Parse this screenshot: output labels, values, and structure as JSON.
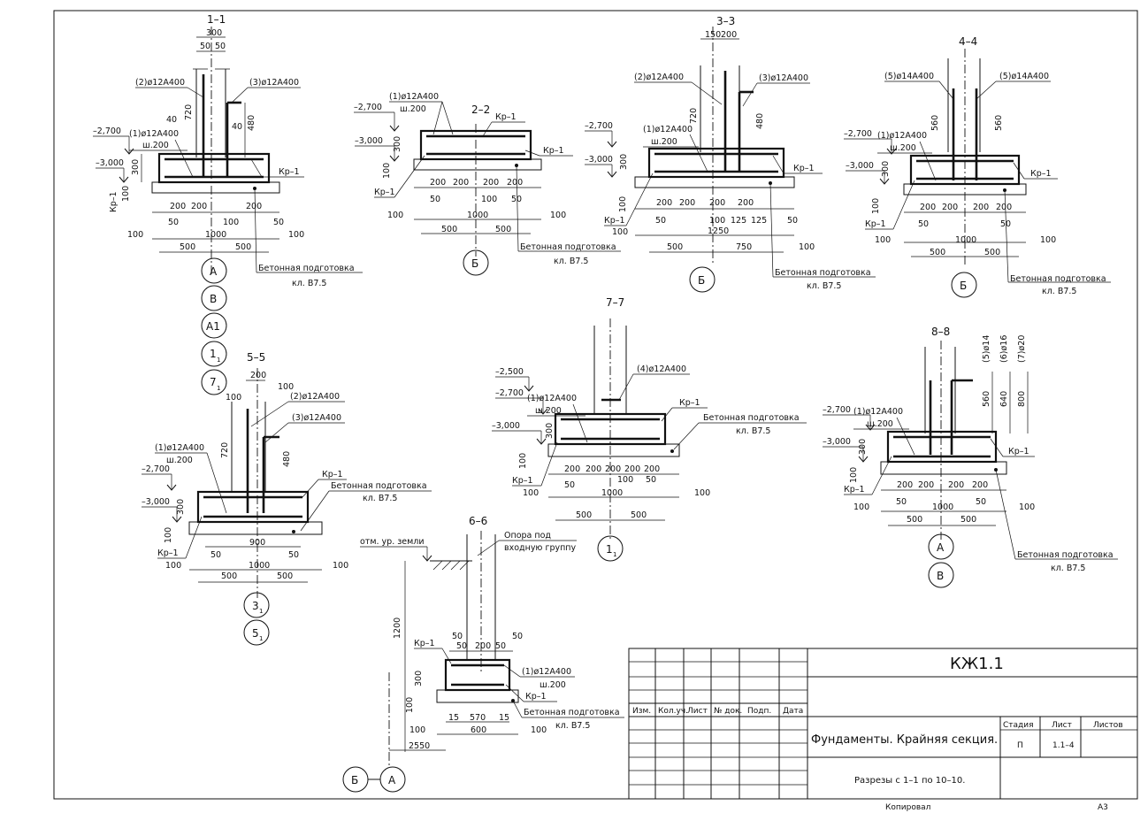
{
  "sections": {
    "s1": {
      "title": "1–1",
      "rebar_2": "(2)ø12А400",
      "rebar_3": "(3)ø12А400",
      "rebar_1": "(1)ø12А400",
      "step": "ш.200",
      "kr": "Кр–1",
      "elev_1": "–2,700",
      "elev_2": "–3,000",
      "dims_top": [
        "300",
        "50",
        "50"
      ],
      "dim_720": "720",
      "dim_480": "480",
      "dim_40a": "40",
      "dim_40b": "40",
      "dim_300": "300",
      "dim_100": "100",
      "dims_bot": [
        "200",
        "200",
        "100",
        "200",
        "50",
        "50"
      ],
      "dim_100l": "100",
      "dim_100r": "100",
      "dim_500a": "500",
      "dim_500b": "500",
      "dim_1000": "1000",
      "prep": "Бетонная подготовка",
      "prep_cls": "кл. В7.5",
      "axes": [
        "А",
        "В",
        "А1"
      ],
      "axes_sub": [
        {
          "main": "1",
          "sub": "1"
        },
        {
          "main": "7",
          "sub": "1"
        }
      ]
    },
    "s2": {
      "title": "2–2",
      "rebar_1": "(1)ø12А400",
      "step": "ш.200",
      "kr": "Кр–1",
      "elev_1": "–2,700",
      "elev_2": "–3,000",
      "dim_300": "300",
      "dim_100": "100",
      "dims_bot": [
        "200",
        "200",
        "200",
        "200",
        "50",
        "100",
        "50"
      ],
      "dim_100l": "100",
      "dim_100r": "100",
      "dim_500a": "500",
      "dim_500b": "500",
      "dim_1000": "1000",
      "prep": "Бетонная подготовка",
      "prep_cls": "кл. В7.5",
      "axis": "Б"
    },
    "s3": {
      "title": "3–3",
      "rebar_2": "(2)ø12А400",
      "rebar_3": "(3)ø12А400",
      "rebar_1": "(1)ø12А400",
      "step": "ш.200",
      "kr": "Кр–1",
      "elev_1": "–2,700",
      "elev_2": "–3,000",
      "dims_top": [
        "150",
        "200"
      ],
      "dim_720": "720",
      "dim_480": "480",
      "dim_300": "300",
      "dim_100": "100",
      "dims_bot": [
        "200",
        "200",
        "200",
        "200",
        "50",
        "100",
        "125",
        "125",
        "50"
      ],
      "dim_100l": "100",
      "dim_100r": "100",
      "dim_500": "500",
      "dim_750": "750",
      "dim_1250": "1250",
      "prep": "Бетонная подготовка",
      "prep_cls": "кл. В7.5",
      "axis": "Б"
    },
    "s4": {
      "title": "4–4",
      "rebar_5a": "(5)ø14А400",
      "rebar_5b": "(5)ø14А400",
      "rebar_1": "(1)ø12А400",
      "step": "ш.200",
      "kr": "Кр–1",
      "elev_1": "–2,700",
      "elev_2": "–3,000",
      "dim_560a": "560",
      "dim_560b": "560",
      "dim_300": "300",
      "dim_100": "100",
      "dims_bot": [
        "200",
        "200",
        "200",
        "200",
        "50",
        "50"
      ],
      "dim_100l": "100",
      "dim_100r": "100",
      "dim_500a": "500",
      "dim_500b": "500",
      "dim_1000": "1000",
      "prep": "Бетонная подготовка",
      "prep_cls": "кл. В7.5",
      "axis": "Б"
    },
    "s5": {
      "title": "5–5",
      "rebar_2": "(2)ø12А400",
      "rebar_3": "(3)ø12А400",
      "rebar_1": "(1)ø12А400",
      "step": "ш.200",
      "kr": "Кр–1",
      "elev_1": "–2,700",
      "elev_2": "–3,000",
      "dims_top": [
        "200",
        "100",
        "100"
      ],
      "dim_720": "720",
      "dim_480": "480",
      "dim_300": "300",
      "dim_100": "100",
      "dim_900": "900",
      "dims_bot": [
        "50",
        "50"
      ],
      "dim_100l": "100",
      "dim_100r": "100",
      "dim_500a": "500",
      "dim_500b": "500",
      "dim_1000": "1000",
      "prep": "Бетонная подготовка",
      "prep_cls": "кл. В7.5",
      "axes_sub": [
        {
          "main": "3",
          "sub": "1"
        },
        {
          "main": "5",
          "sub": "1"
        }
      ]
    },
    "s6": {
      "title": "6–6",
      "ground": "отм. ур. земли",
      "support": "Опора под",
      "support2": "входную группу",
      "kr_a": "Кр–1",
      "kr_b": "Кр–1",
      "rebar_1": "(1)ø12А400",
      "step": "ш.200",
      "dims_top": [
        "50",
        "50",
        "200",
        "50",
        "50"
      ],
      "dim_1200": "1200",
      "dim_300": "300",
      "dim_100": "100",
      "dims_bot": [
        "15",
        "570",
        "15"
      ],
      "dim_600": "600",
      "dim_100l": "100",
      "dim_100r": "100",
      "dim_2550": "2550",
      "prep": "Бетонная подготовка",
      "prep_cls": "кл. В7.5",
      "axes": [
        "Б",
        "А"
      ]
    },
    "s7": {
      "title": "7–7",
      "rebar_4": "(4)ø12А400",
      "rebar_1": "(1)ø12А400",
      "step": "ш.200",
      "kr_a": "Кр–1",
      "kr_b": "Кр–1",
      "elev_0": "–2,500",
      "elev_1": "–2,700",
      "elev_2": "–3,000",
      "dim_300": "300",
      "dim_100": "100",
      "dims_bot": [
        "200",
        "200",
        "200",
        "200",
        "200",
        "50",
        "100",
        "50"
      ],
      "dim_100l": "100",
      "dim_100r": "100",
      "dim_500a": "500",
      "dim_500b": "500",
      "dim_1000": "1000",
      "prep": "Бетонная подготовка",
      "prep_cls": "кл. В7.5",
      "axis": {
        "main": "1",
        "sub": "1"
      }
    },
    "s8": {
      "title": "8–8",
      "rebar_5": "(5)ø14",
      "rebar_6": "(6)ø16",
      "rebar_7": "(7)ø20",
      "rebar_1": "(1)ø12А400",
      "step": "ш.200",
      "kr_a": "Кр–1",
      "kr_b": "Кр–1",
      "elev_1": "–2,700",
      "elev_2": "–3,000",
      "dim_560": "560",
      "dim_640": "640",
      "dim_800": "800",
      "dim_300": "300",
      "dim_100": "100",
      "dims_bot": [
        "200",
        "200",
        "200",
        "200",
        "50",
        "50"
      ],
      "dim_100l": "100",
      "dim_100r": "100",
      "dim_500a": "500",
      "dim_500b": "500",
      "dim_1000": "1000",
      "prep": "Бетонная подготовка",
      "prep_cls": "кл. В7.5",
      "axes": [
        "А",
        "В"
      ]
    }
  },
  "title_block": {
    "code": "КЖ1.1",
    "hdr": [
      "Изм.",
      "Кол.уч.",
      "Лист",
      "№ док.",
      "Подп.",
      "Дата"
    ],
    "name": "Фундаменты. Крайняя секция.",
    "subtitle": "Разрезы с 1–1 по 10–10.",
    "stage_hdr": "Стадия",
    "sheet_hdr": "Лист",
    "sheets_hdr": "Листов",
    "stage": "П",
    "sheet": "1.1–4",
    "sheets": ""
  },
  "footer": {
    "copied": "Копировал",
    "format": "А3"
  }
}
